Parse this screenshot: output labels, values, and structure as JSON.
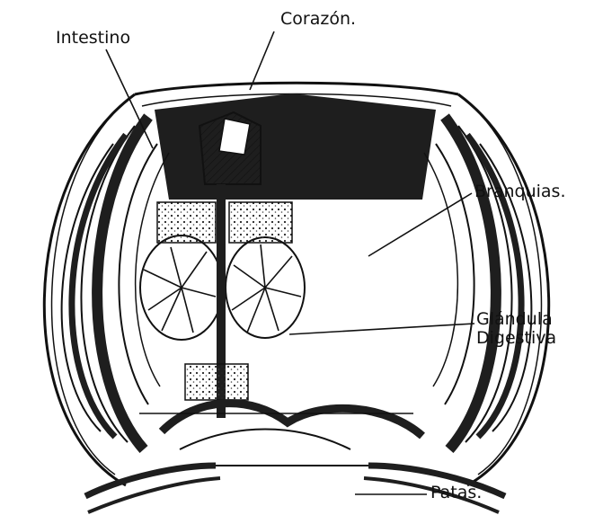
{
  "labels": {
    "intestino": "Intestino",
    "corazon": "Corazón.",
    "branquias": "Branquias.",
    "glandula_line1": "Glándula",
    "glandula_line2": "Digestiva",
    "patas": "Patas."
  },
  "colors": {
    "ink": "#111111",
    "paper": "#ffffff",
    "dark_fill": "#1e1e1e"
  }
}
